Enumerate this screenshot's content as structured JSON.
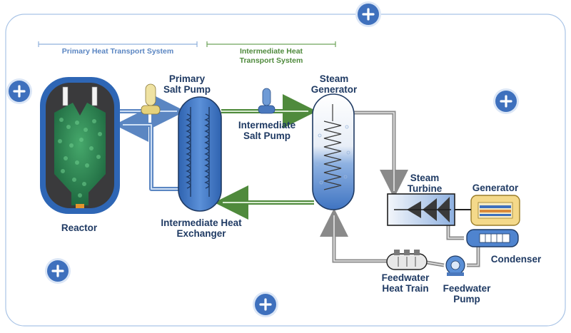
{
  "systems": {
    "primary": "Primary Heat Transport System",
    "intermediate_line1": "Intermediate Heat",
    "intermediate_line2": "Transport System"
  },
  "components": {
    "reactor": "Reactor",
    "primary_pump_line1": "Primary",
    "primary_pump_line2": "Salt Pump",
    "intermediate_pump_line1": "Intermediate",
    "intermediate_pump_line2": "Salt Pump",
    "steam_generator_line1": "Steam",
    "steam_generator_line2": "Generator",
    "ihx_line1": "Intermediate Heat",
    "ihx_line2": "Exchanger",
    "steam_turbine_line1": "Steam",
    "steam_turbine_line2": "Turbine",
    "generator": "Generator",
    "condenser": "Condenser",
    "feedwater_heat_train_line1": "Feedwater",
    "feedwater_heat_train_line2": "Heat Train",
    "feedwater_pump_line1": "Feedwater",
    "feedwater_pump_line2": "Pump"
  },
  "hotspots": [
    {
      "id": "hotspot-top",
      "icon": "plus-icon"
    },
    {
      "id": "hotspot-reactor",
      "icon": "plus-icon"
    },
    {
      "id": "hotspot-right",
      "icon": "plus-icon"
    },
    {
      "id": "hotspot-bottom-left",
      "icon": "plus-icon"
    },
    {
      "id": "hotspot-bottom-center",
      "icon": "plus-icon"
    }
  ],
  "colors": {
    "accent": "#3e70bd",
    "primary_loop": "#5b86c2",
    "intermediate_loop": "#4f8a3c",
    "steam_loop": "#9a9a9a",
    "label": "#1f3a63"
  }
}
